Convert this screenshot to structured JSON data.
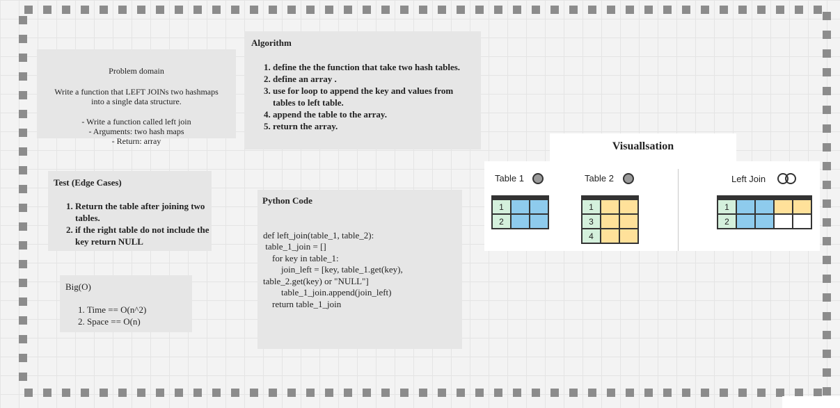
{
  "problem_domain": {
    "title": "Problem domain",
    "description_line1": "Write a function that LEFT JOINs two hashmaps",
    "description_line2": "into a single data structure.",
    "list": [
      "- Write a function called left join",
      "- Arguments: two hash maps",
      "- Return: array"
    ]
  },
  "algorithm": {
    "title": "Algorithm",
    "steps": [
      "define the the  function that take two hash tables.",
      "define an array .",
      "use for loop to append the key and values from tables to left table.",
      "append the table to the array.",
      "return the array."
    ]
  },
  "tests": {
    "title": "Test (Edge Cases)",
    "items": [
      "Return the table after joining two tables.",
      "if the right table do not include the key return NULL"
    ]
  },
  "python_code": {
    "title": "Python Code",
    "lines": [
      "def left_join(table_1, table_2):",
      "",
      " table_1_join = []",
      "",
      "    for key in table_1:",
      "        join_left = [key, table_1.get(key),",
      "table_2.get(key) or \"NULL\"]",
      "        table_1_join.append(join_left)",
      "",
      "    return table_1_join"
    ]
  },
  "big_o": {
    "title": "Big(O)",
    "items": [
      "Time  == O(n^2)",
      "Space == O(n)"
    ]
  },
  "visualisation": {
    "title": "Visuallsation",
    "table1": {
      "label": "Table 1",
      "keys": [
        "1",
        "2"
      ]
    },
    "table2": {
      "label": "Table 2",
      "keys": [
        "1",
        "3",
        "4"
      ]
    },
    "left_join": {
      "label": "Left Join",
      "keys": [
        "1",
        "2"
      ]
    },
    "colors": {
      "key": "#d4f0dc",
      "left_value": "#8ecbed",
      "right_value": "#ffe19a",
      "empty": "#ffffff"
    }
  }
}
